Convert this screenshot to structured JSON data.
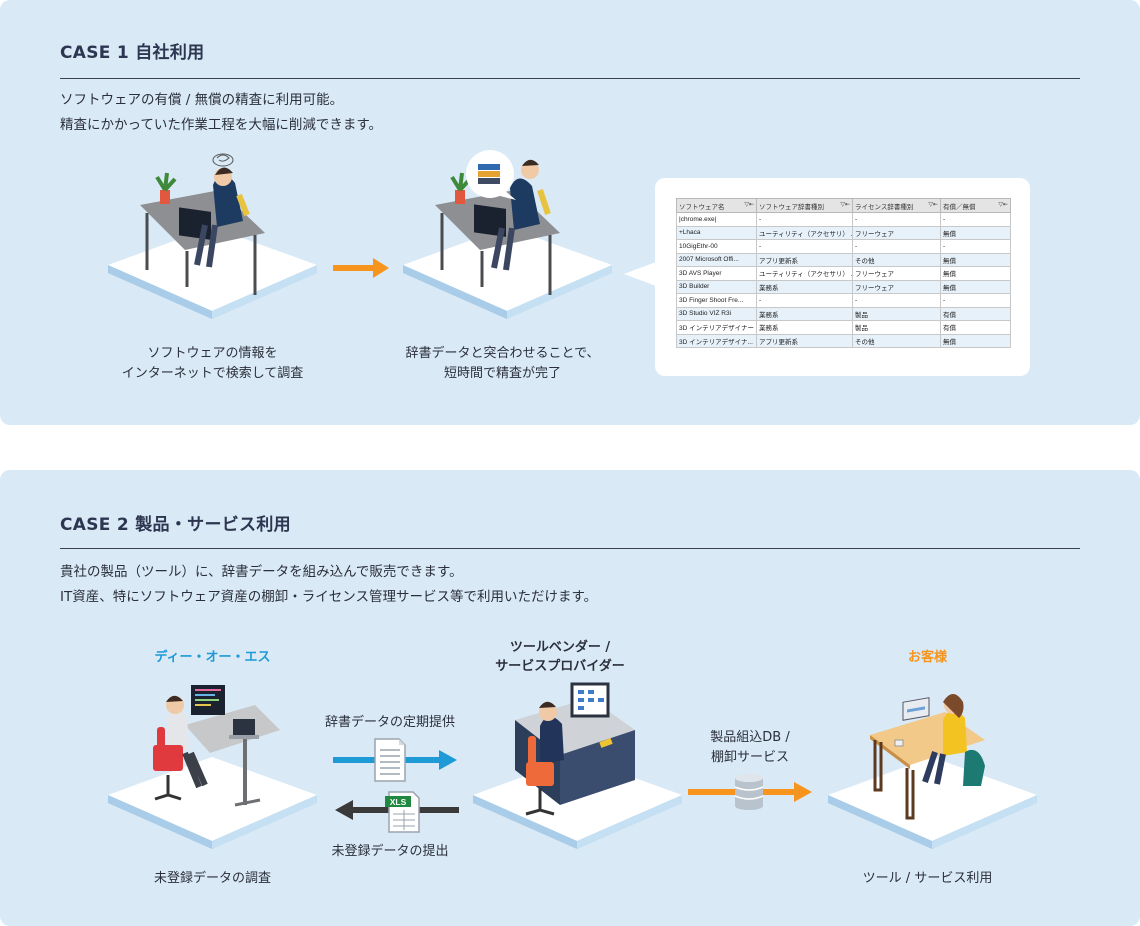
{
  "case1": {
    "title": "CASE 1 自社利用",
    "desc": [
      "ソフトウェアの有償 / 無償の精査に利用可能。",
      "精査にかかっていた作業工程を大幅に削減できます。"
    ],
    "step1_caption": [
      "ソフトウェアの情報を",
      "インターネットで検索して調査"
    ],
    "step2_caption": [
      "辞書データと突合わせることで、",
      "短時間で精査が完了"
    ],
    "table": {
      "headers": [
        "ソフトウェア名",
        "ソフトウェア辞書種別",
        "ライセンス辞書種別",
        "有償／無償"
      ],
      "rows": [
        [
          "|chrome.exe|",
          "-",
          "-",
          "-"
        ],
        [
          "+Lhaca",
          "ユーティリティ（アクセサリ） ...",
          "フリーウェア",
          "無償"
        ],
        [
          "10GigEthr-00",
          "-",
          "-",
          "-"
        ],
        [
          "2007 Microsoft Offi...",
          "アプリ更新系",
          "その他",
          "無償"
        ],
        [
          "3D AVS Player",
          "ユーティリティ（アクセサリ） ...",
          "フリーウェア",
          "無償"
        ],
        [
          "3D Builder",
          "業務系",
          "フリーウェア",
          "無償"
        ],
        [
          "3D Finger Shoot Fre...",
          "-",
          "-",
          "-"
        ],
        [
          "3D Studio VIZ R3i",
          "業務系",
          "製品",
          "有償"
        ],
        [
          "3D インテリアデザイナー",
          "業務系",
          "製品",
          "有償"
        ],
        [
          "3D インテリアデザイナ...",
          "アプリ更新系",
          "その他",
          "無償"
        ]
      ]
    }
  },
  "case2": {
    "title": "CASE 2 製品・サービス利用",
    "desc": [
      "貴社の製品（ツール）に、辞書データを組み込んで販売できます。",
      "IT資産、特にソフトウェア資産の棚卸・ライセンス管理サービス等で利用いただけます。"
    ],
    "role_left": "ディー・オー・エス",
    "role_mid": [
      "ツールベンダー /",
      "サービスプロバイダー"
    ],
    "role_right": "お客様",
    "arrow_top_label": "辞書データの定期提供",
    "arrow_bottom_label": "未登録データの提出",
    "xls_label": "XLS",
    "arrow_right_label": [
      "製品組込DB /",
      "棚卸サービス"
    ],
    "cap_left": "未登録データの調査",
    "cap_right": "ツール / サービス利用"
  },
  "colors": {
    "panel": "#d9eaf6",
    "orange": "#f7941d",
    "blue": "#1e9ad6",
    "dark": "#3a3a3a",
    "title": "#2d3550"
  }
}
